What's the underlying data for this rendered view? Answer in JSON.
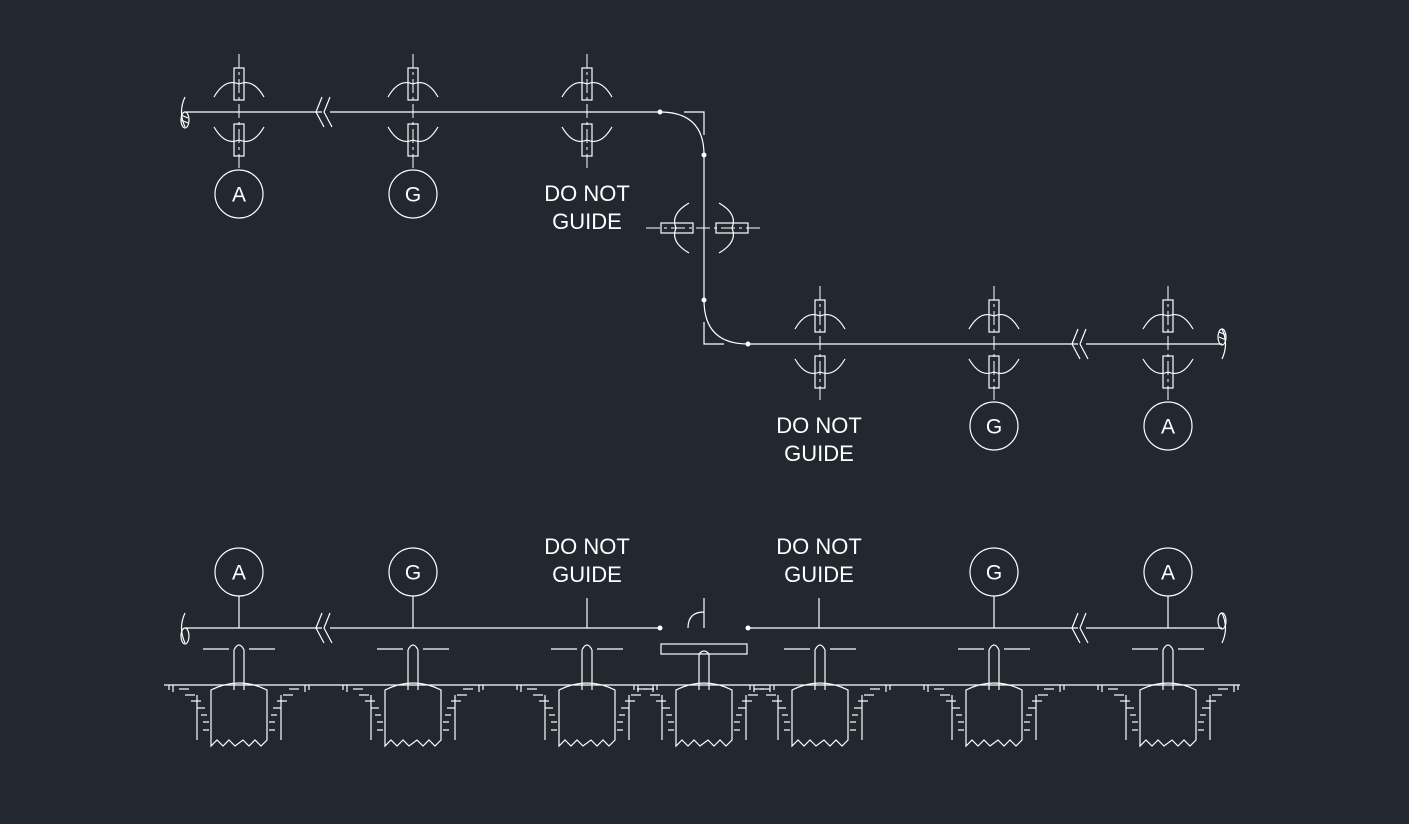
{
  "plan": {
    "upper_supports": [
      {
        "tag": "A"
      },
      {
        "tag": "G"
      },
      {
        "note_line1": "DO NOT",
        "note_line2": "GUIDE"
      }
    ],
    "lower_supports": [
      {
        "note_line1": "DO NOT",
        "note_line2": "GUIDE"
      },
      {
        "tag": "G"
      },
      {
        "tag": "A"
      }
    ]
  },
  "elevation": {
    "supports": [
      {
        "tag": "A"
      },
      {
        "tag": "G"
      },
      {
        "note_line1": "DO NOT",
        "note_line2": "GUIDE"
      },
      {
        "note_line1": "DO NOT",
        "note_line2": "GUIDE"
      },
      {
        "tag": "G"
      },
      {
        "tag": "A"
      }
    ]
  },
  "colors": {
    "background": "#212830",
    "linework": "#ffffff"
  }
}
